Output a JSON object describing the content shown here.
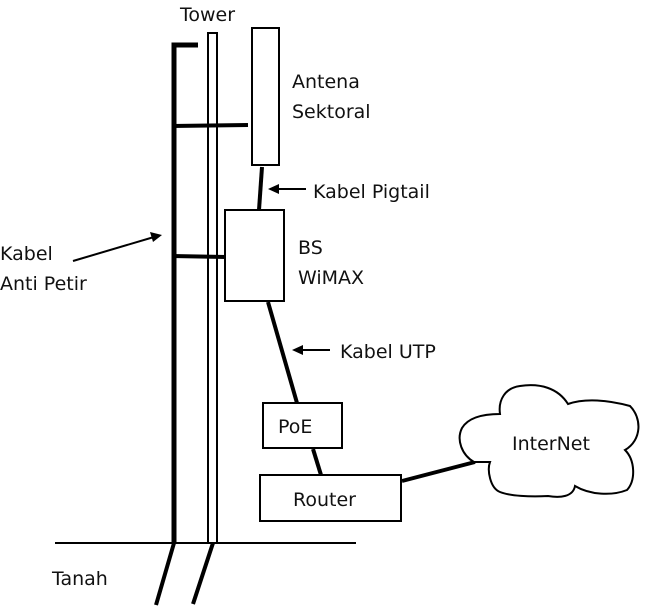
{
  "diagram": {
    "type": "network-topology",
    "labels": {
      "tower": "Tower",
      "antenna_line1": "Antena",
      "antenna_line2": "Sektoral",
      "pigtail": "Kabel Pigtail",
      "bs_line1": "BS",
      "bs_line2": "WiMAX",
      "lightning_line1": "Kabel",
      "lightning_line2": "Anti Petir",
      "utp": "Kabel UTP",
      "poe": "PoE",
      "router": "Router",
      "internet": "InterNet",
      "ground": "Tanah"
    },
    "nodes": [
      {
        "id": "tower",
        "label": "Tower"
      },
      {
        "id": "antenna",
        "label": "Antena Sektoral"
      },
      {
        "id": "bs",
        "label": "BS WiMAX"
      },
      {
        "id": "poe",
        "label": "PoE"
      },
      {
        "id": "router",
        "label": "Router"
      },
      {
        "id": "internet",
        "label": "InterNet"
      },
      {
        "id": "ground",
        "label": "Tanah"
      }
    ],
    "edges": [
      {
        "from": "antenna",
        "to": "bs",
        "label": "Kabel Pigtail"
      },
      {
        "from": "bs",
        "to": "poe",
        "label": "Kabel UTP"
      },
      {
        "from": "poe",
        "to": "router"
      },
      {
        "from": "router",
        "to": "internet"
      },
      {
        "from": "tower",
        "to": "ground",
        "label": "Kabel Anti Petir"
      }
    ],
    "colors": {
      "stroke": "#000000",
      "background": "#ffffff",
      "text": "#111111"
    }
  }
}
